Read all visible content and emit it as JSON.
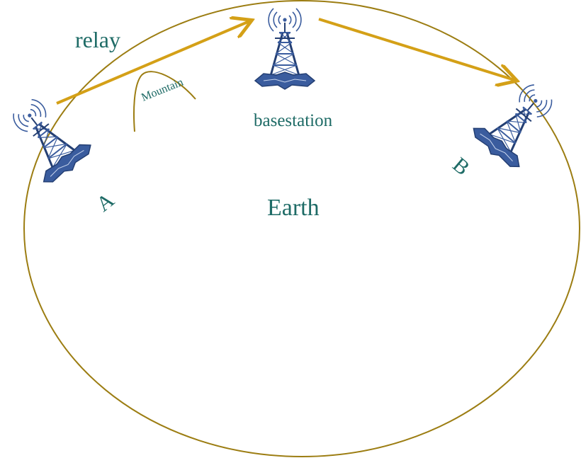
{
  "diagram": {
    "labels": {
      "relay": "relay",
      "basestation": "basestation",
      "earth": "Earth",
      "mountain": "Mountain",
      "tower_a": "A",
      "tower_b": "B"
    },
    "colors": {
      "earth_outline": "#9c7d12",
      "relay_arrow": "#d4a017",
      "label_text": "#1e6b66",
      "tower_blue": "#3a5c9e",
      "tower_dark": "#243f73"
    },
    "icons": [
      "radio-tower-icon",
      "radio-tower-icon",
      "radio-tower-icon"
    ]
  }
}
